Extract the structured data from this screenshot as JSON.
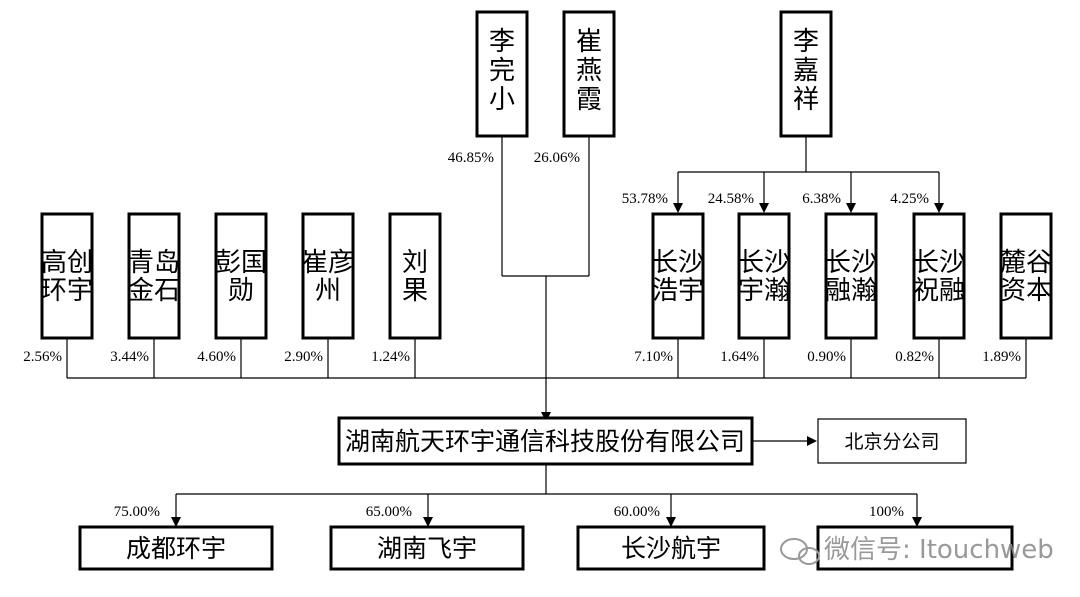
{
  "top_shareholders": [
    {
      "name": "李完小",
      "pct": "46.85%"
    },
    {
      "name": "崔燕霞",
      "pct": "26.06%"
    }
  ],
  "controller": {
    "name": "李嘉祥"
  },
  "controller_entities": [
    {
      "name": "长沙浩宇",
      "controller_pct": "53.78%",
      "pct": "7.10%"
    },
    {
      "name": "长沙宇瀚",
      "controller_pct": "24.58%",
      "pct": "1.64%"
    },
    {
      "name": "长沙融瀚",
      "controller_pct": "6.38%",
      "pct": "0.90%"
    },
    {
      "name": "长沙祝融",
      "controller_pct": "4.25%",
      "pct": "0.82%"
    }
  ],
  "other_shareholders_left": [
    {
      "name": "高创环宇",
      "pct": "2.56%"
    },
    {
      "name": "青岛金石",
      "pct": "3.44%"
    },
    {
      "name": "彭国勋",
      "pct": "4.60%"
    },
    {
      "name": "崔彦州",
      "pct": "2.90%"
    },
    {
      "name": "刘果",
      "pct": "1.24%"
    }
  ],
  "other_shareholders_right": [
    {
      "name": "麓谷资本",
      "pct": "1.89%"
    }
  ],
  "company": {
    "name": "湖南航天环宇通信科技股份有限公司"
  },
  "branch": {
    "name": "北京分公司"
  },
  "subsidiaries": [
    {
      "name": "成都环宇",
      "pct": "75.00%"
    },
    {
      "name": "湖南飞宇",
      "pct": "65.00%"
    },
    {
      "name": "长沙航宇",
      "pct": "60.00%"
    },
    {
      "name": "",
      "pct": "100%"
    }
  ],
  "watermark": "微信号: Itouchweb"
}
